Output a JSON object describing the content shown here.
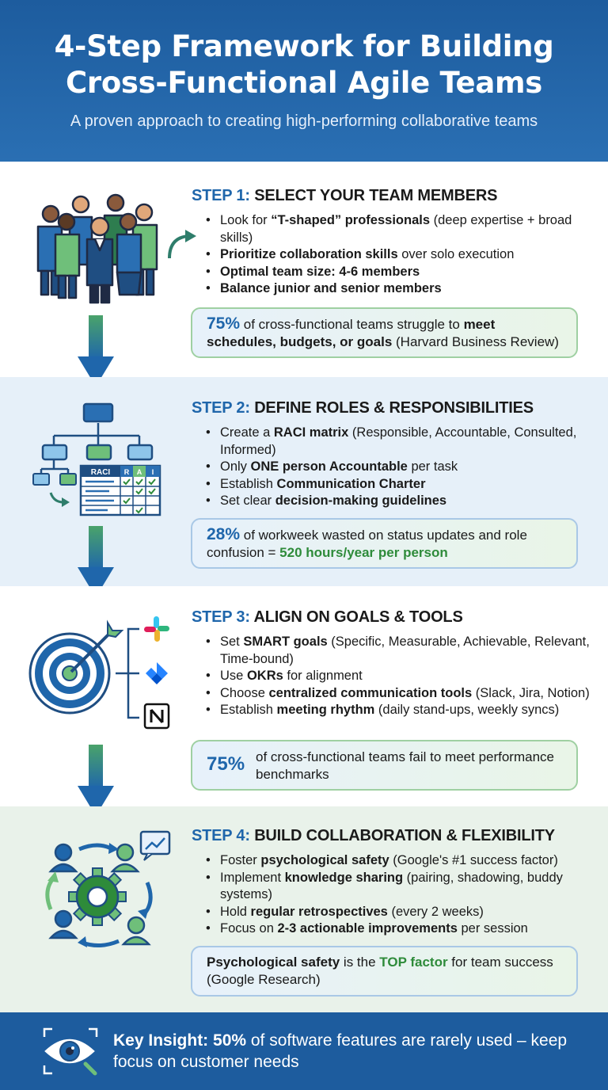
{
  "header": {
    "title_line1": "4-Step Framework for Building",
    "title_line2": "Cross-Functional Agile Teams",
    "subtitle": "A proven approach to creating high-performing collaborative teams"
  },
  "colors": {
    "primary_blue": "#1f66ab",
    "accent_green": "#2e8b3a",
    "header_bg": "#1d5c9e"
  },
  "steps": [
    {
      "number": "STEP 1:",
      "title": "SELECT YOUR TEAM MEMBERS",
      "icon": "team-group-icon",
      "bullets": [
        {
          "pre": "Look for ",
          "bold": "“T-shaped” professionals",
          "post": " (deep expertise + broad skills)"
        },
        {
          "pre": "",
          "bold": "Prioritize collaboration skills",
          "post": " over solo execution"
        },
        {
          "pre": "",
          "bold": "Optimal team size: 4-6 members",
          "post": ""
        },
        {
          "pre": "",
          "bold": "Balance junior and senior members",
          "post": ""
        }
      ],
      "stat": {
        "highlight": "75%",
        "text1": " of cross-functional teams struggle to ",
        "bold": "meet schedules, budgets, or goals",
        "text2": " (Harvard Business Review)"
      }
    },
    {
      "number": "STEP 2:",
      "title": "DEFINE ROLES & RESPONSIBILITIES",
      "icon": "org-chart-raci-icon",
      "raci_label": "RACI",
      "raci_cols": [
        "R",
        "A",
        "I"
      ],
      "bullets": [
        {
          "pre": "Create a ",
          "bold": "RACI matrix",
          "post": " (Responsible, Accountable, Consulted, Informed)"
        },
        {
          "pre": "Only ",
          "bold": "ONE person Accountable",
          "post": " per task"
        },
        {
          "pre": "Establish ",
          "bold": "Communication Charter",
          "post": ""
        },
        {
          "pre": "Set clear ",
          "bold": "decision-making guidelines",
          "post": ""
        }
      ],
      "stat": {
        "highlight": "28%",
        "text1": " of workweek wasted on status updates and role confusion = ",
        "green": "520 hours/year per person"
      }
    },
    {
      "number": "STEP 3:",
      "title": "ALIGN ON GOALS & TOOLS",
      "icon": "target-icon",
      "bullets": [
        {
          "pre": "Set ",
          "bold": "SMART goals",
          "post": " (Specific, Measurable, Achievable, Relevant, Time-bound)"
        },
        {
          "pre": "Use ",
          "bold": "OKRs",
          "post": " for alignment"
        },
        {
          "pre": "Choose ",
          "bold": "centralized communication tools",
          "post": " (Slack, Jira, Notion)"
        },
        {
          "pre": "Establish ",
          "bold": "meeting rhythm",
          "post": " (daily stand-ups, weekly syncs)"
        }
      ],
      "stat": {
        "highlight": "75%",
        "text1": "of cross-functional teams fail to meet performance benchmarks"
      }
    },
    {
      "number": "STEP 4:",
      "title": "BUILD COLLABORATION & FLEXIBILITY",
      "icon": "collaboration-cycle-icon",
      "bullets": [
        {
          "pre": "Foster ",
          "bold": "psychological safety",
          "post": " (Google's #1 success factor)"
        },
        {
          "pre": "Implement ",
          "bold": "knowledge sharing",
          "post": " (pairing, shadowing, buddy systems)"
        },
        {
          "pre": "Hold ",
          "bold": "regular retrospectives",
          "post": " (every 2 weeks)"
        },
        {
          "pre": "Focus on ",
          "bold": "2-3 actionable improvements",
          "post": " per session"
        }
      ],
      "stat": {
        "bold": "Psychological safety",
        "text1": " is the ",
        "green": "TOP factor",
        "text2": " for team success (Google Research)"
      }
    }
  ],
  "footer": {
    "bold": "Key Insight: 50%",
    "text": " of software features are rarely used – keep focus on customer needs",
    "icon": "eye-icon"
  }
}
